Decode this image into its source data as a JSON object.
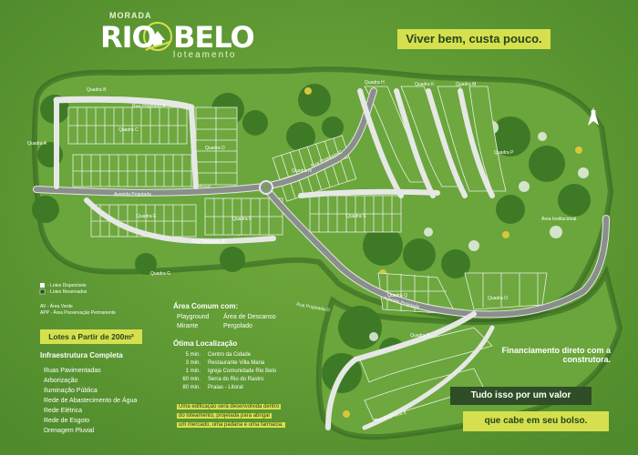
{
  "colors": {
    "grass": "#5f9a34",
    "accent": "#d6e04f",
    "dark_green": "#2f4d27",
    "road": "#8a8f8c",
    "lot": "#6ea83e",
    "lot_line": "#e9efe6"
  },
  "logo": {
    "top_text": "MORADA",
    "rio": "RIO",
    "belo": "BELO",
    "sub_text": "loteamento"
  },
  "tagline": "Viver bem, custa pouco.",
  "quadras": [
    {
      "id": "qa",
      "label": "Quadra A"
    },
    {
      "id": "qb",
      "label": "Quadra B"
    },
    {
      "id": "qc",
      "label": "Quadra C"
    },
    {
      "id": "qd",
      "label": "Quadra D"
    },
    {
      "id": "qe",
      "label": "Quadra E"
    },
    {
      "id": "qf",
      "label": "Quadra F"
    },
    {
      "id": "qg",
      "label": "Quadra G"
    },
    {
      "id": "qh",
      "label": "Quadra H"
    },
    {
      "id": "qk",
      "label": "Quadra K"
    },
    {
      "id": "qm",
      "label": "Quadra M"
    },
    {
      "id": "qn",
      "label": "Quadra N"
    },
    {
      "id": "qo",
      "label": "Quadra O"
    },
    {
      "id": "qp",
      "label": "Quadra P"
    },
    {
      "id": "qq",
      "label": "Quadra Q"
    },
    {
      "id": "qr",
      "label": "Quadra R"
    },
    {
      "id": "qs",
      "label": "Quadra S"
    }
  ],
  "streets": {
    "rua_a": "Rua Projetada A",
    "avenida": "Avenida Projetada",
    "rua_b": "Rua Projetada B",
    "rua_c": "Rua Projetada C",
    "rua_d": "Rua Projetada D",
    "avenida_2": "Avenida Projetada",
    "rua_e": "Rua Projetada E",
    "area_institucional": "Área Institucional"
  },
  "legend": {
    "disponiveis": "- Lotes Disponíveis",
    "reservados": "- Lotes Reservados",
    "av": "AV - Área Verde",
    "app": "APP - Área Preservação Permanente"
  },
  "lotes_box": "Lotes a Partir de 200m²",
  "infraestrutura": {
    "title": "Infraestrutura Completa",
    "items": [
      "Ruas Pavimentadas",
      "Arborização",
      "Iluminação Pública",
      "Rede de Abastecimento de Água",
      "Rede Elétrica",
      "Rede de Esgoto",
      "Drenagem Pluvial"
    ]
  },
  "area_comum": {
    "title": "Área Comum com:",
    "items": [
      "Playground",
      "Área de Descanso",
      "Mirante",
      "Pergolado"
    ]
  },
  "localizacao": {
    "title": "Ótima Localização",
    "rows": [
      {
        "time": "5 min.",
        "place": "Centro da Cidade"
      },
      {
        "time": "3 min.",
        "place": "Restaurante Villa Maria"
      },
      {
        "time": "1 min.",
        "place": "Igreja Comunidade Rio Belo"
      },
      {
        "time": "60 min.",
        "place": "Serra do Rio do Rastro"
      },
      {
        "time": "80 min.",
        "place": "Praias - Litoral"
      }
    ]
  },
  "note_lines": [
    "Uma edificação será desenvolvida dentro",
    "do loteamento, projetada para abrigar",
    "um mercado, uma padaria e uma farmácia."
  ],
  "financiamento": "Financiamento direto com a construtora.",
  "cta": {
    "line1": "Tudo isso por um valor",
    "line2": "que cabe em seu bolso."
  },
  "north_label": "N"
}
